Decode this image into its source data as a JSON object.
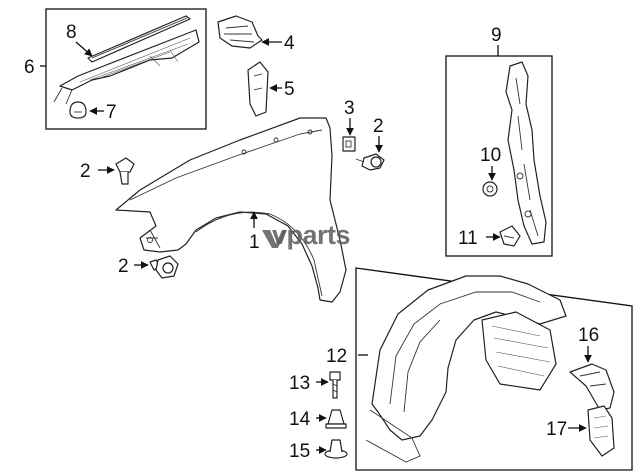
{
  "callouts": {
    "c1": "1",
    "c2a": "2",
    "c2b": "2",
    "c2c": "2",
    "c3": "3",
    "c4": "4",
    "c5": "5",
    "c6": "6",
    "c7": "7",
    "c8": "8",
    "c9": "9",
    "c10": "10",
    "c11": "11",
    "c12": "12",
    "c13": "13",
    "c14": "14",
    "c15": "15",
    "c16": "16",
    "c17": "17"
  },
  "watermark": {
    "text": "vparts"
  },
  "colors": {
    "line": "#111111",
    "watermark": "#5a5a5a",
    "background": "#ffffff"
  }
}
